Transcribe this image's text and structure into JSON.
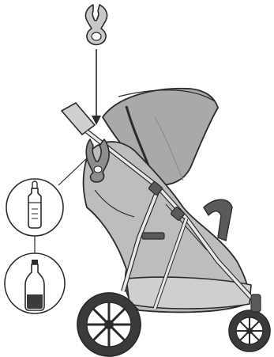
{
  "figure": {
    "type": "assembly-instruction-illustration",
    "subject": "stroller",
    "accessory": "bottle-holder-clip",
    "step": "attach-clip-to-handlebar",
    "compatible_items": [
      "baby-bottle-icon",
      "drink-bottle-icon"
    ],
    "text_labels": []
  },
  "palette": {
    "outline": "#2b2b2b",
    "canopy": "#a9a9a9",
    "canopy_dark": "#8d8d8d",
    "seat": "#bdbdbd",
    "clip": "#c8c8c8",
    "wheel": "#3a3a3a",
    "frame": "#e8e8e8",
    "background": "#ffffff"
  }
}
